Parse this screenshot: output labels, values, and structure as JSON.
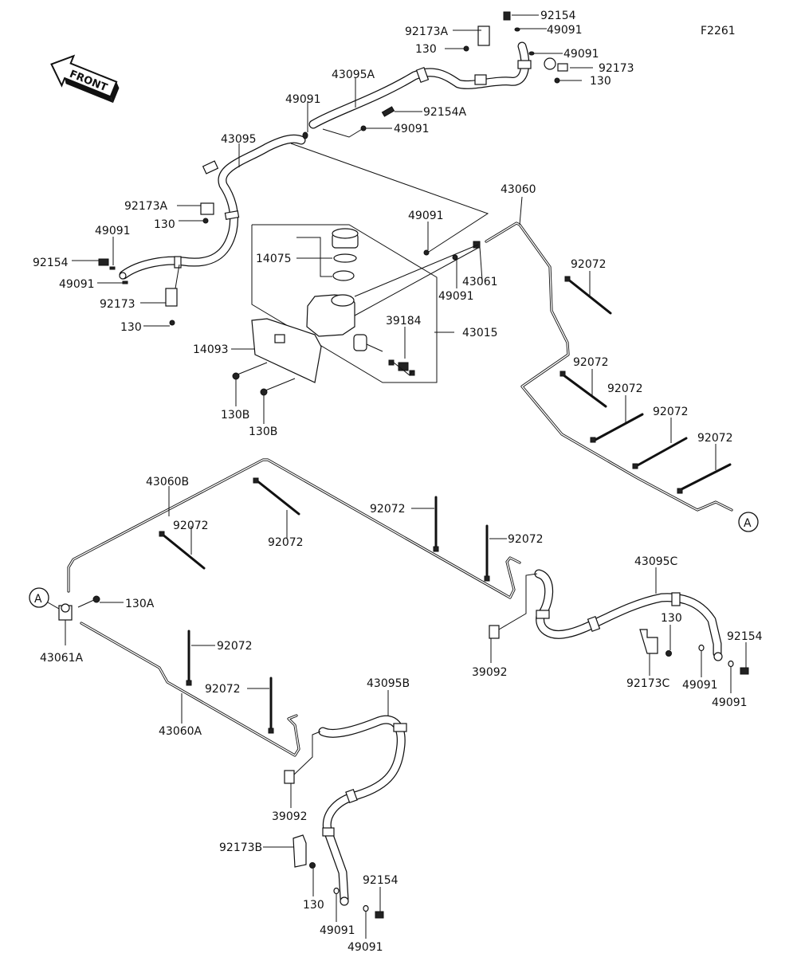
{
  "diagram": {
    "figure_code": "F2261",
    "direction_badge": "FRONT",
    "connector_marker": "A"
  },
  "labels": {
    "l_92154_top": "92154",
    "l_92173A_top": "92173A",
    "l_49091_top1": "49091",
    "l_130_top": "130",
    "l_49091_top2": "49091",
    "l_92173_top": "92173",
    "l_130_top2": "130",
    "l_43095A": "43095A",
    "l_49091_mid": "49091",
    "l_92154A": "92154A",
    "l_49091_mid2": "49091",
    "l_43095": "43095",
    "l_92173A_left": "92173A",
    "l_130_left": "130",
    "l_49091_left1": "49091",
    "l_92154_left": "92154",
    "l_49091_left2": "49091",
    "l_92173_left": "92173",
    "l_130_left2": "130",
    "l_49091_mc": "49091",
    "l_14075": "14075",
    "l_43061": "43061",
    "l_49091_mc2": "49091",
    "l_39184": "39184",
    "l_43015": "43015",
    "l_14093": "14093",
    "l_130B_1": "130B",
    "l_130B_2": "130B",
    "l_43060": "43060",
    "l_92072_r1": "92072",
    "l_92072_r2": "92072",
    "l_92072_r3": "92072",
    "l_92072_r4": "92072",
    "l_92072_r5": "92072",
    "l_43060B": "43060B",
    "l_92072_b1": "92072",
    "l_92072_b2": "92072",
    "l_92072_b3": "92072",
    "l_92072_b4": "92072",
    "l_130A": "130A",
    "l_43061A": "43061A",
    "l_92072_c1": "92072",
    "l_92072_c2": "92072",
    "l_43060A": "43060A",
    "l_43095C": "43095C",
    "l_130_rr": "130",
    "l_92154_rr": "92154",
    "l_39092_r": "39092",
    "l_92173C": "92173C",
    "l_49091_rr1": "49091",
    "l_49091_rr2": "49091",
    "l_43095B": "43095B",
    "l_39092_l": "39092",
    "l_92173B": "92173B",
    "l_130_lr": "130",
    "l_92154_lr": "92154",
    "l_49091_lr1": "49091",
    "l_49091_lr2": "49091"
  }
}
